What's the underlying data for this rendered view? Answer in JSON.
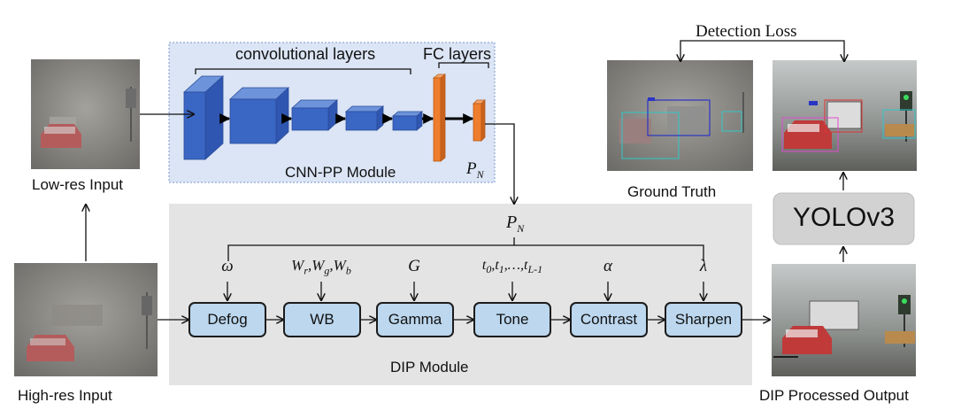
{
  "cnn": {
    "conv_label": "convolutional layers",
    "fc_label": "FC layers",
    "module_label": "CNN-PP Module",
    "pn_base": "P",
    "pn_sub": "N"
  },
  "inputs": {
    "lowres_label": "Low-res Input",
    "highres_label": "High-res Input"
  },
  "dip": {
    "module_label": "DIP Module",
    "pn_base": "P",
    "pn_sub": "N",
    "filters": [
      {
        "label": "Defog"
      },
      {
        "label": "WB"
      },
      {
        "label": "Gamma"
      },
      {
        "label": "Tone"
      },
      {
        "label": "Contrast"
      },
      {
        "label": "Sharpen"
      }
    ],
    "params": {
      "omega": "ω",
      "wb_w": "W",
      "wb_r": "r",
      "wb_g": "g",
      "wb_b": "b",
      "gamma": "G",
      "tone_t": "t",
      "tone_0": "0",
      "tone_1": "1",
      "tone_dots": "…",
      "tone_last": "L-1",
      "alpha": "α",
      "lambda": "λ"
    }
  },
  "right": {
    "detection_loss": "Detection Loss",
    "ground_truth": "Ground Truth",
    "yolo": "YOLOv3",
    "dip_output": "DIP Processed Output"
  },
  "colors": {
    "cnn_bg": "#dbe5f5",
    "dip_bg": "#e4e4e4",
    "conv_blue": "#3a66c4",
    "fc_orange": "#ee7d2d",
    "filter_fill": "#bcd7ee",
    "yolo_fill": "#d2d2d2",
    "fog": "#8c8a85",
    "detect_box": "#2fc8c8"
  }
}
